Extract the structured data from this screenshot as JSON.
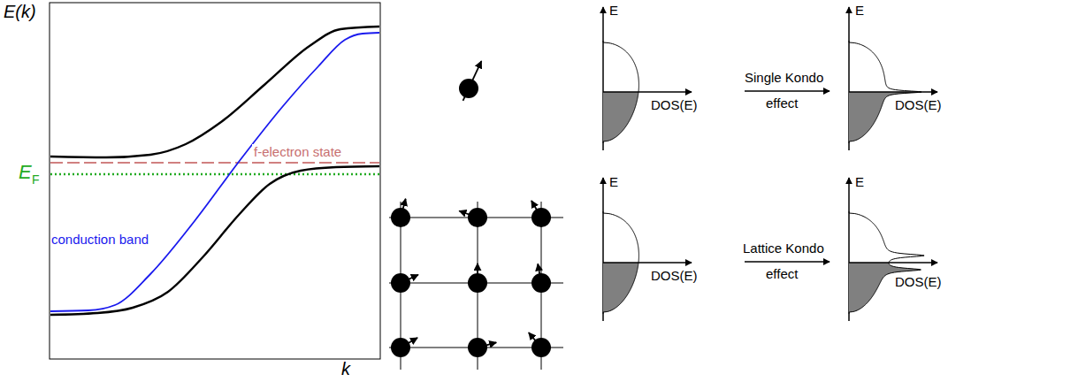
{
  "diagram": {
    "labels": [
      "E(k)",
      "k",
      "f-electron state",
      "E",
      "F",
      "conduction band",
      "E",
      "DOS(E)",
      "Single Kondo",
      "effect",
      "E",
      "DOS(E)",
      "E",
      "DOS(E)",
      "Lattice Kondo",
      "effect",
      "E",
      "DOS(E)"
    ]
  }
}
